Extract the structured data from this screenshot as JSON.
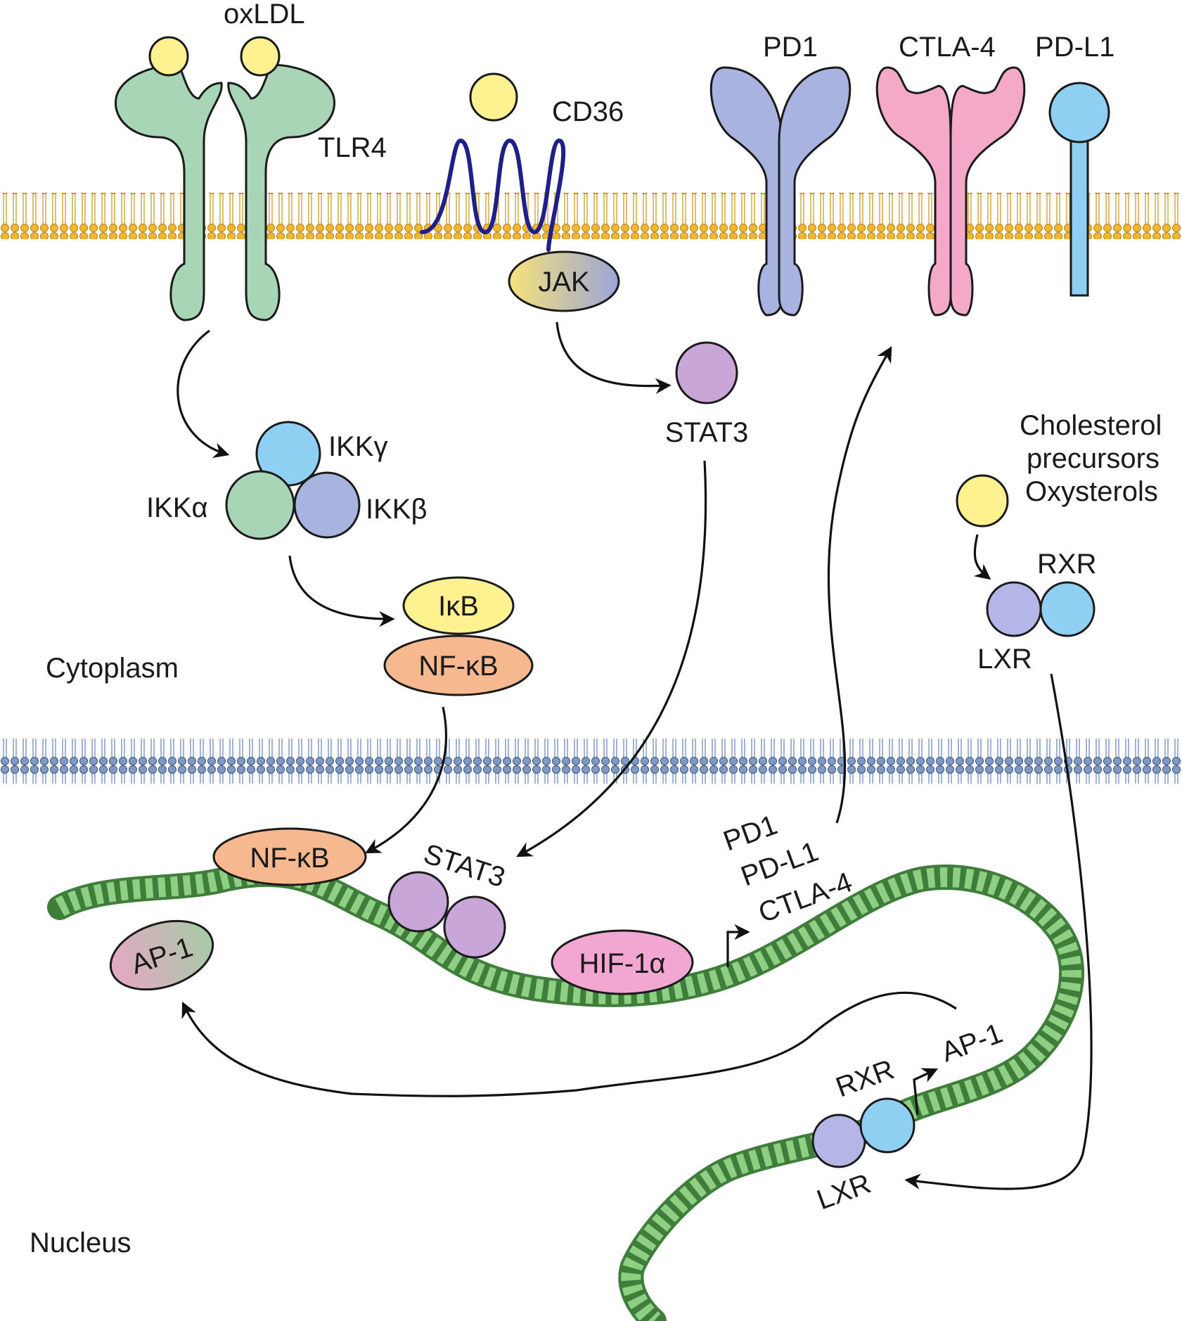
{
  "labels": {
    "oxldl": "oxLDL",
    "tlr4": "TLR4",
    "cd36": "CD36",
    "pd1": "PD1",
    "ctla4": "CTLA-4",
    "pdl1": "PD-L1",
    "jak": "JAK",
    "stat3_cyto": "STAT3",
    "ikk_gamma": "IKKγ",
    "ikk_alpha": "IKKα",
    "ikk_beta": "IKKβ",
    "ikb": "IκB",
    "nfkb_cyto": "NF-κB",
    "cytoplasm": "Cytoplasm",
    "ligands_line1": "Cholesterol",
    "ligands_line2": "precursors",
    "ligands_line3": "Oxysterols",
    "rxr_cyto": "RXR",
    "lxr_cyto": "LXR",
    "nfkb_nuc": "NF-κB",
    "stat3_nuc": "STAT3",
    "ap1_nuc": "AP-1",
    "hif1a": "HIF-1α",
    "target_pd1": "PD1",
    "target_pdl1": "PD-L1",
    "target_ctla4": "CTLA-4",
    "rxr_nuc": "RXR",
    "lxr_nuc": "LXR",
    "target_ap1": "AP-1",
    "nucleus": "Nucleus"
  },
  "colors": {
    "tlr4": "#a8d5b5",
    "ligand": "#fdf190",
    "cd36": "#1f1f8a",
    "pd1": "#a8b3e0",
    "ctla4": "#f4a9c9",
    "pdl1": "#8fd0f2",
    "jak_a": "#f7e27a",
    "jak_b": "#9aa6d8",
    "stat3": "#c8a6d8",
    "ikk_gamma": "#8fd0f2",
    "ikk_alpha": "#a8d5b5",
    "ikk_beta": "#a8b3e0",
    "ikb": "#fdf190",
    "nfkb": "#f6b88f",
    "rxr": "#8fd0f2",
    "lxr": "#b3b6e6",
    "ap1_a": "#e3a8c4",
    "ap1_b": "#a9c9a7",
    "hif1a": "#f2a7d2",
    "outer_membrane": "#f2b632",
    "nuclear_membrane": "#6f8cb8",
    "dna": "#5fa55a"
  }
}
